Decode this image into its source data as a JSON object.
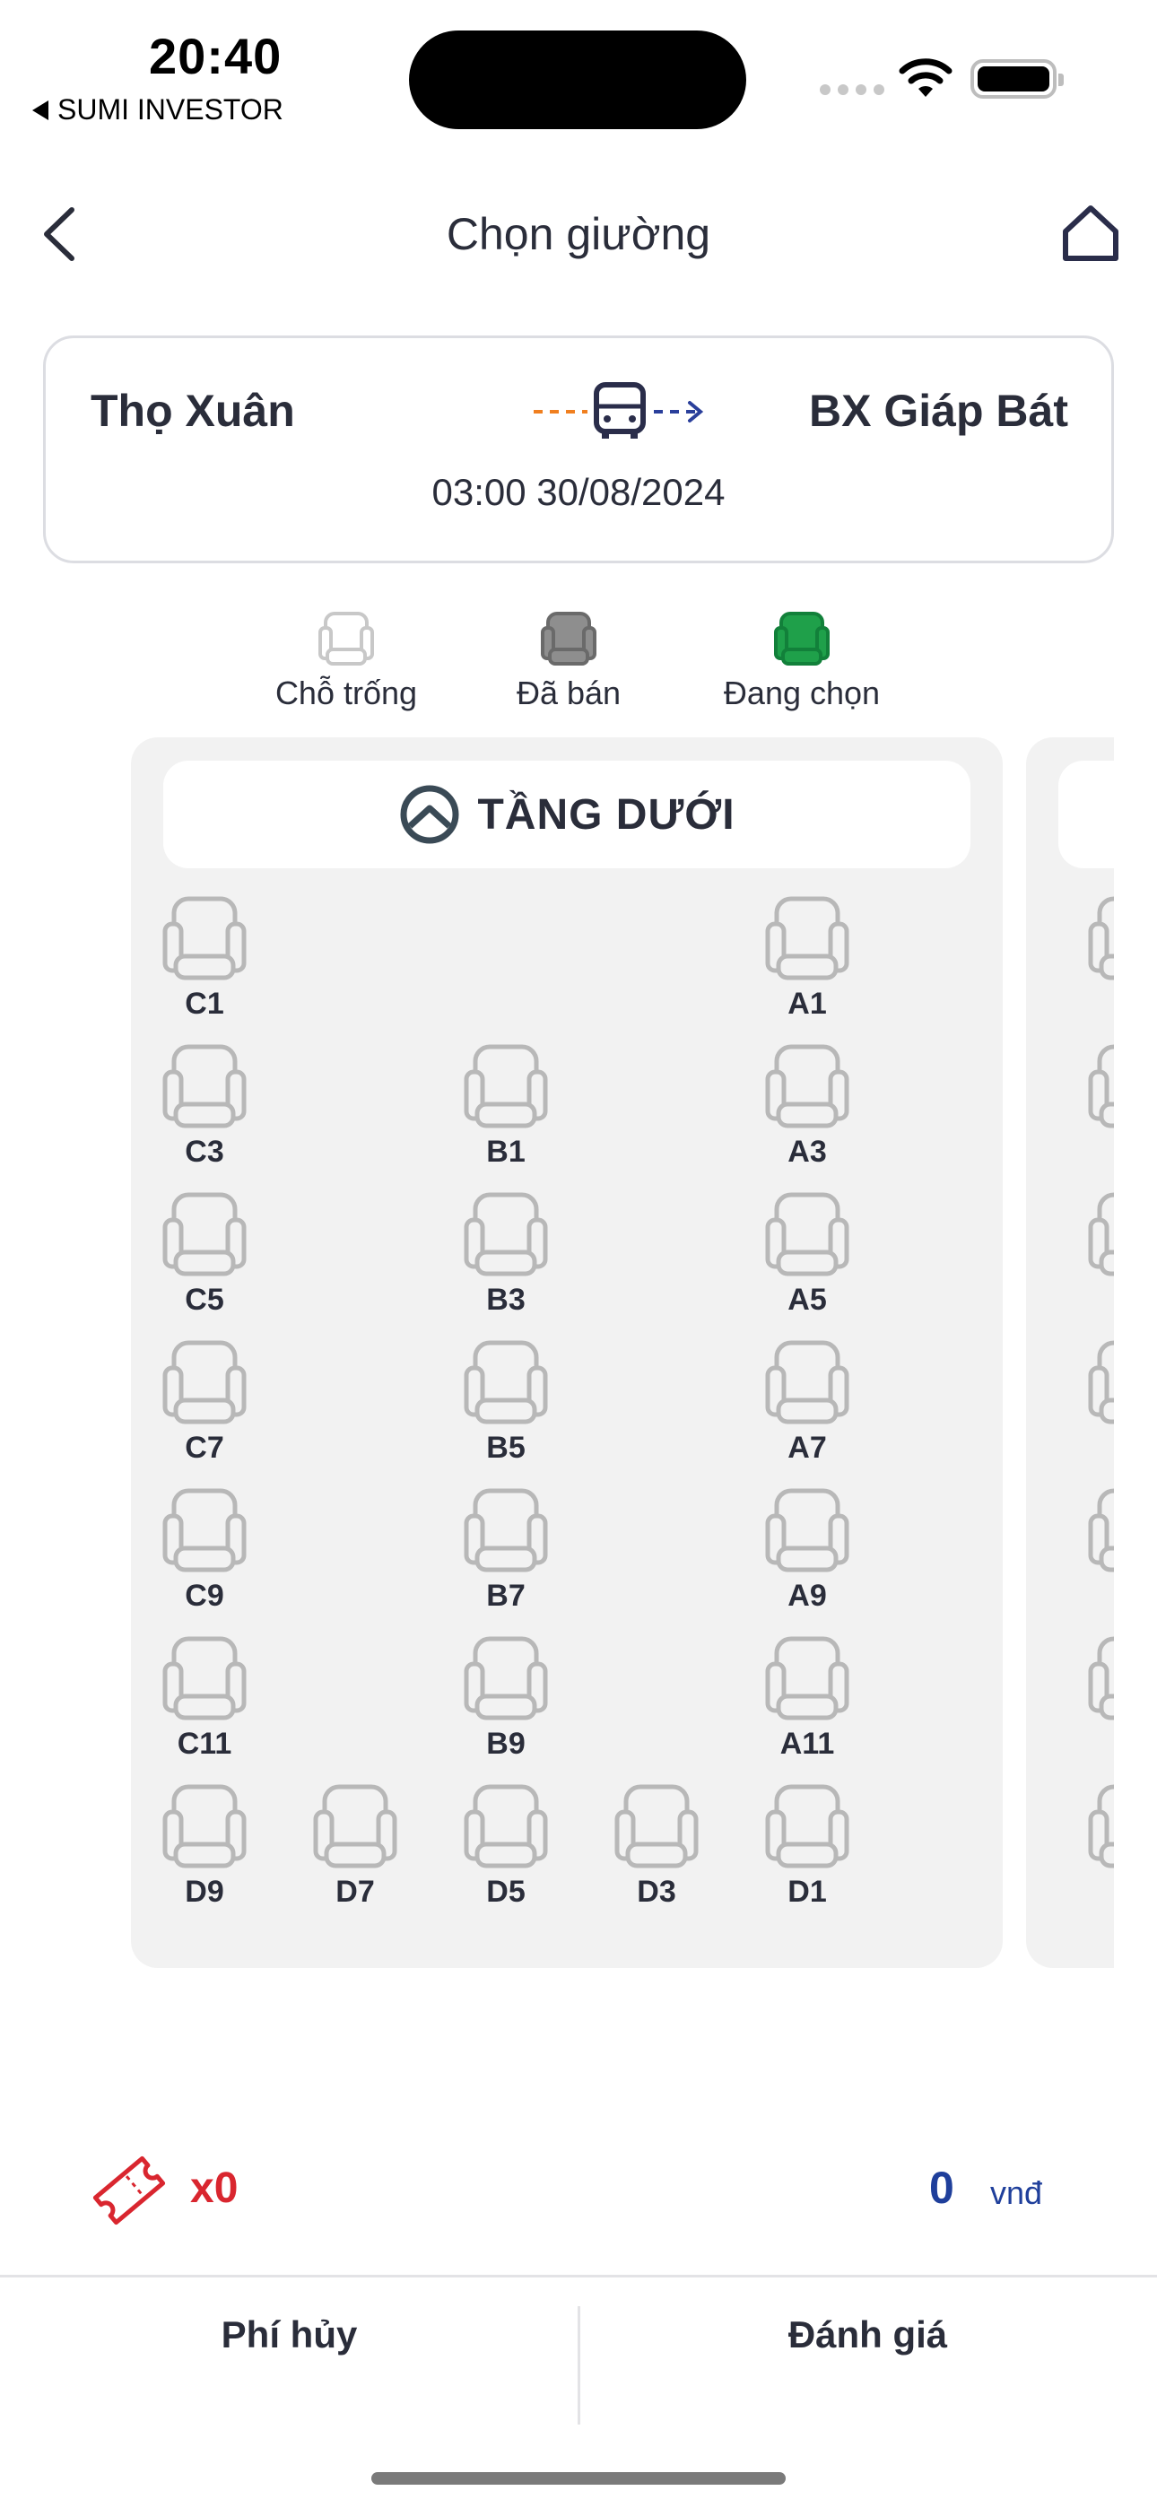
{
  "status_bar": {
    "time": "20:40",
    "back_app": "SUMI INVESTOR"
  },
  "header": {
    "title": "Chọn giường",
    "back_icon": "chevron-left-icon",
    "home_icon": "home-icon"
  },
  "route": {
    "from": "Thọ Xuân",
    "to": "BX Giáp Bát",
    "datetime": "03:00 30/08/2024",
    "icon": "bus-icon"
  },
  "legend": {
    "available": "Chỗ trống",
    "sold": "Đã bán",
    "selecting": "Đang chọn"
  },
  "colors": {
    "available": "#b8b8b8",
    "sold": "#8e8e8e",
    "selecting": "#1fa04a",
    "count": "#d9262f",
    "price": "#1f3f9b"
  },
  "deck": {
    "title": "TẦNG DƯỚI",
    "icon": "steering-wheel-icon",
    "seats": {
      "C1": "C1",
      "A1": "A1",
      "C3": "C3",
      "B1": "B1",
      "A3": "A3",
      "C5": "C5",
      "B3": "B3",
      "A5": "A5",
      "C7": "C7",
      "B5": "B5",
      "A7": "A7",
      "C9": "C9",
      "B7": "B7",
      "A9": "A9",
      "C11": "C11",
      "B9": "B9",
      "A11": "A11",
      "D9": "D9",
      "D7": "D7",
      "D5": "D5",
      "D3": "D3",
      "D1": "D1"
    }
  },
  "summary": {
    "ticket_count": "x0",
    "total": "0",
    "currency": "vnđ"
  },
  "footer": {
    "cancel_fee": "Phí hủy",
    "review": "Đánh giá"
  }
}
